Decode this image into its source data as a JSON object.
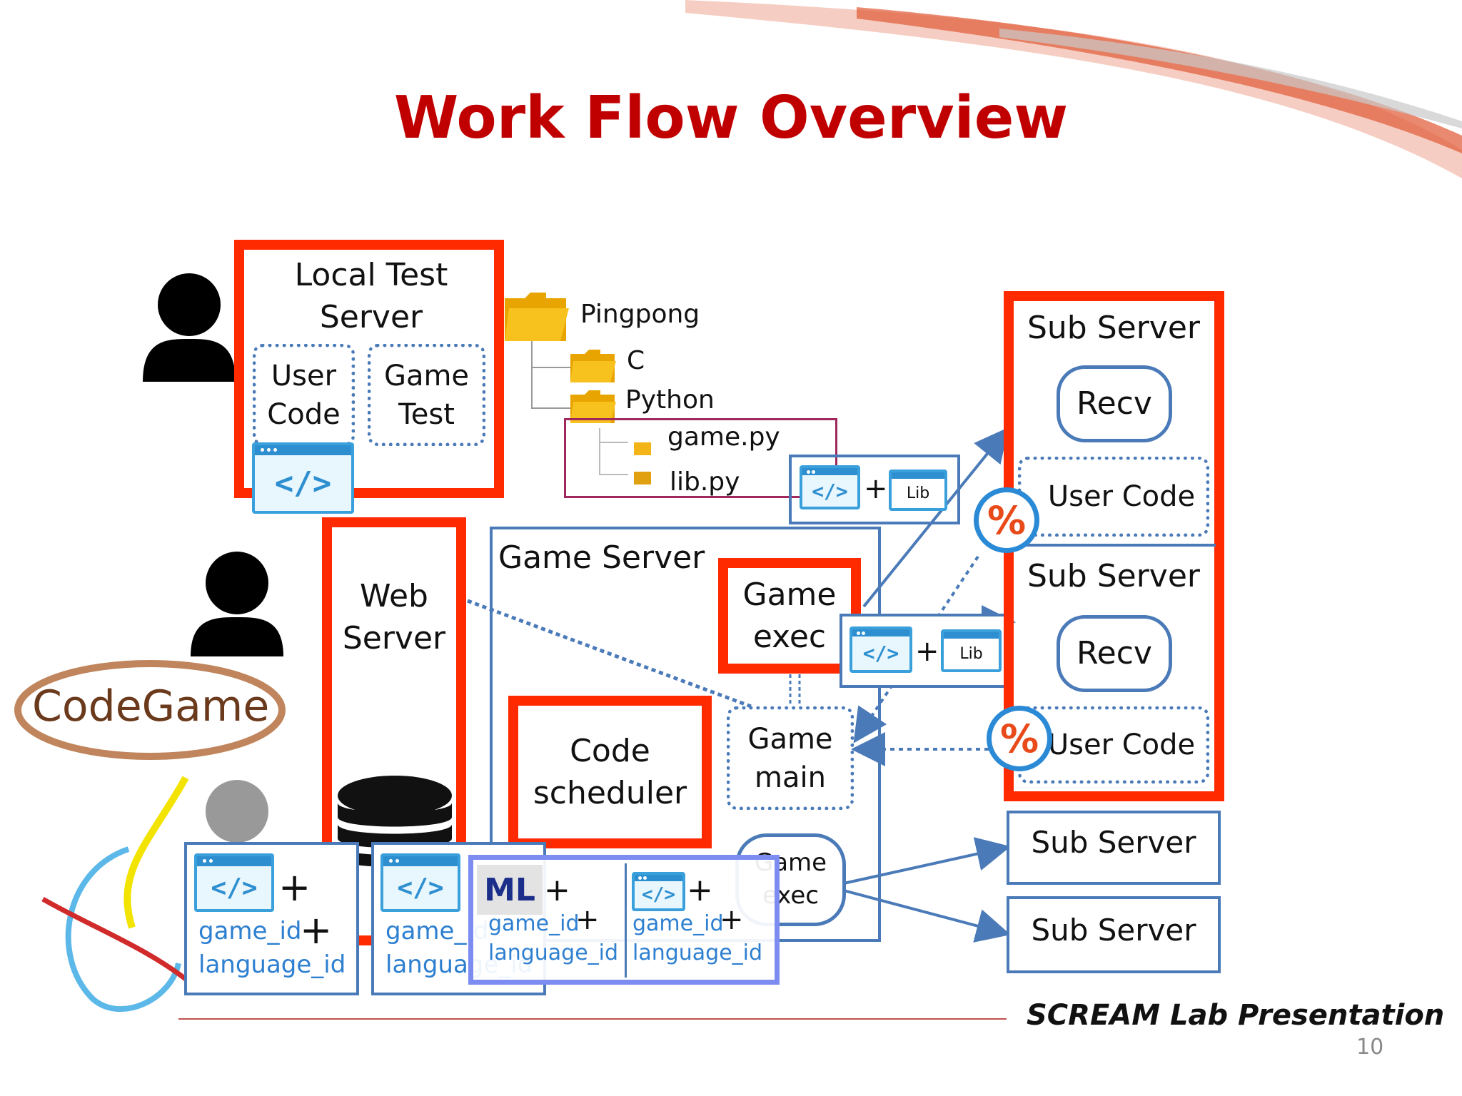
{
  "slide": {
    "title": "Work Flow Overview",
    "footer": "SCREAM Lab Presentation",
    "page_number": "10"
  },
  "logo": {
    "text": "CodeGame"
  },
  "local_test": {
    "title": "Local Test Server",
    "user_code": "User Code",
    "game_test": "Game Test"
  },
  "tree": {
    "root": "Pingpong",
    "c": "C",
    "python": "Python",
    "game_py": "game.py",
    "lib_py": "lib.py"
  },
  "web_server": {
    "label": "Web Server"
  },
  "game_server": {
    "label": "Game Server",
    "game_exec": "Game exec",
    "code_scheduler": "Code scheduler",
    "game_main": "Game main",
    "game_exec_2": "Game exec"
  },
  "sub_servers": [
    {
      "label": "Sub Server",
      "recv": "Recv",
      "user_code": "User Code"
    },
    {
      "label": "Sub Server",
      "recv": "Recv",
      "user_code": "User Code"
    },
    {
      "label": "Sub Server"
    },
    {
      "label": "Sub Server"
    }
  ],
  "icons": {
    "code": "</>",
    "lib": "Lib",
    "percent": "%",
    "plus": "+"
  },
  "requests": [
    {
      "game_id": "game_id",
      "language_id": "language_id"
    },
    {
      "game_id": "game_id",
      "language_id": "language_id"
    },
    {
      "game_id": "game_id",
      "language_id": "language_id"
    },
    {
      "game_id": "game_id",
      "language_id": "language_id"
    }
  ],
  "ml": {
    "label": "ML"
  }
}
